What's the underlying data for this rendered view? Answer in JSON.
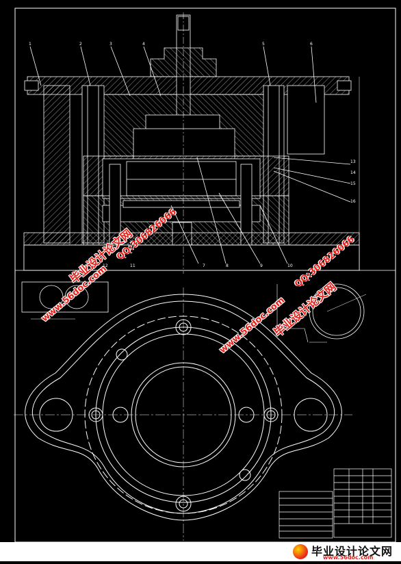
{
  "drawing": {
    "callouts_top": [
      "1",
      "2",
      "3",
      "4",
      "5",
      "6"
    ],
    "callouts_bottom": [
      "7",
      "8",
      "9",
      "10",
      "11",
      "12"
    ],
    "callouts_right": [
      "13",
      "14",
      "15",
      "16"
    ]
  },
  "watermarks": {
    "cn_text": "毕业设计论文网",
    "site_text": "www.56doc.com",
    "qq_text": "QQ:306826066"
  },
  "footer": {
    "name": "毕业设计论文网",
    "url": "www.56doc.com"
  },
  "colors": {
    "background": "#000000",
    "lines": "#ffffff",
    "watermark": "#e8221a"
  }
}
